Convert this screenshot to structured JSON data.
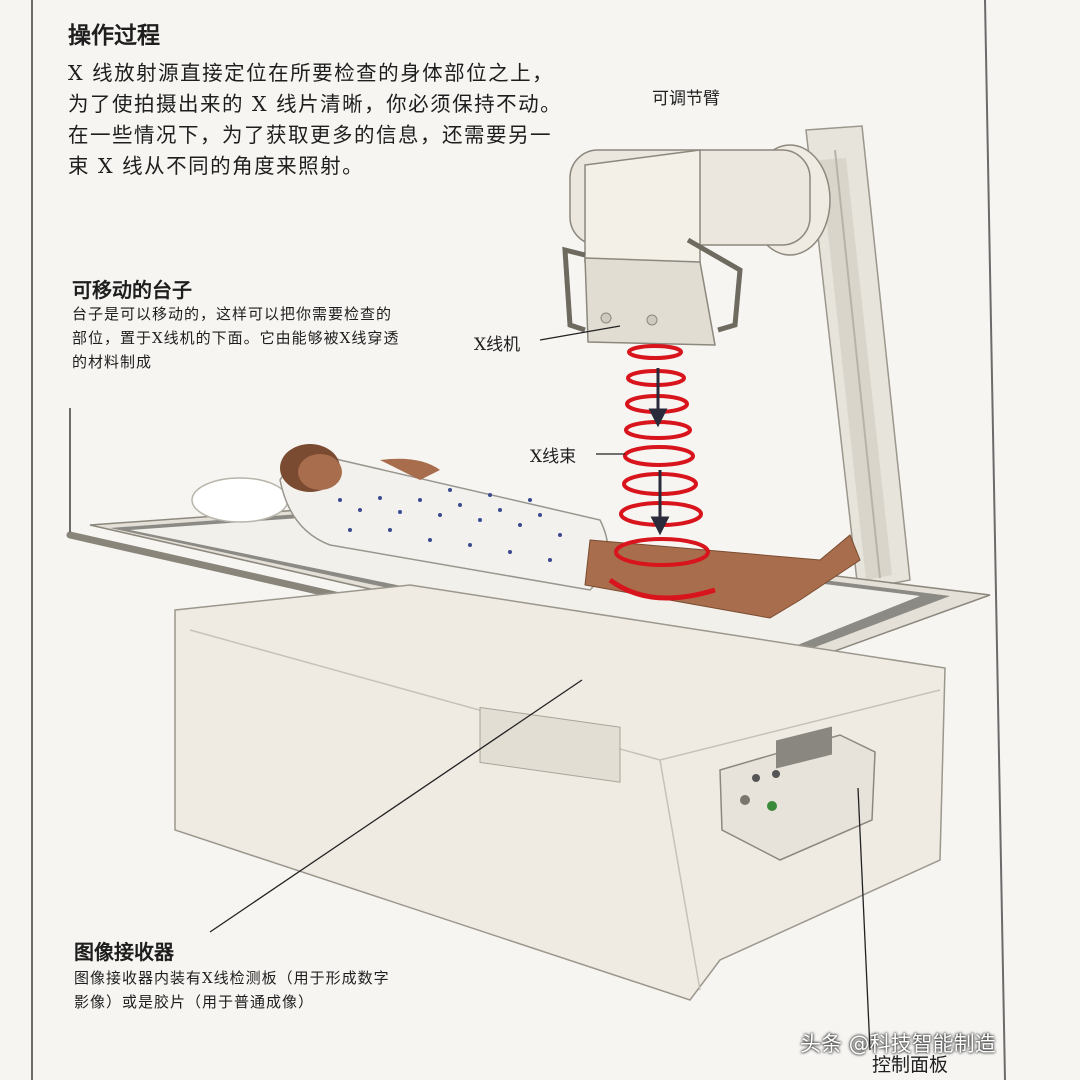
{
  "header": {
    "title": "操作过程",
    "intro": "X 线放射源直接定位在所要检查的身体部位之上，为了使拍摄出来的 X 线片清晰，你必须保持不动。在一些情况下，为了获取更多的信息，还需要另一束 X 线从不同的角度来照射。"
  },
  "callouts": {
    "table": {
      "heading": "可移动的台子",
      "text": "台子是可以移动的，这样可以把你需要检查的部位，置于X线机的下面。它由能够被X线穿透的材料制成"
    },
    "receiver": {
      "heading": "图像接收器",
      "text": "图像接收器内装有X线检测板（用于形成数字影像）或是胶片（用于普通成像）"
    }
  },
  "labels": {
    "arm": "可调节臂",
    "xray_machine": "X线机",
    "xray_beam": "X线束",
    "control_panel": "控制面板"
  },
  "watermark": "头条 @科技智能制造",
  "colors": {
    "background": "#f6f5f2",
    "beam_red": "#d8141c",
    "machine": "#ebe7de",
    "gown_dots": "#3a4a8c",
    "skin": "#a86d4c"
  }
}
